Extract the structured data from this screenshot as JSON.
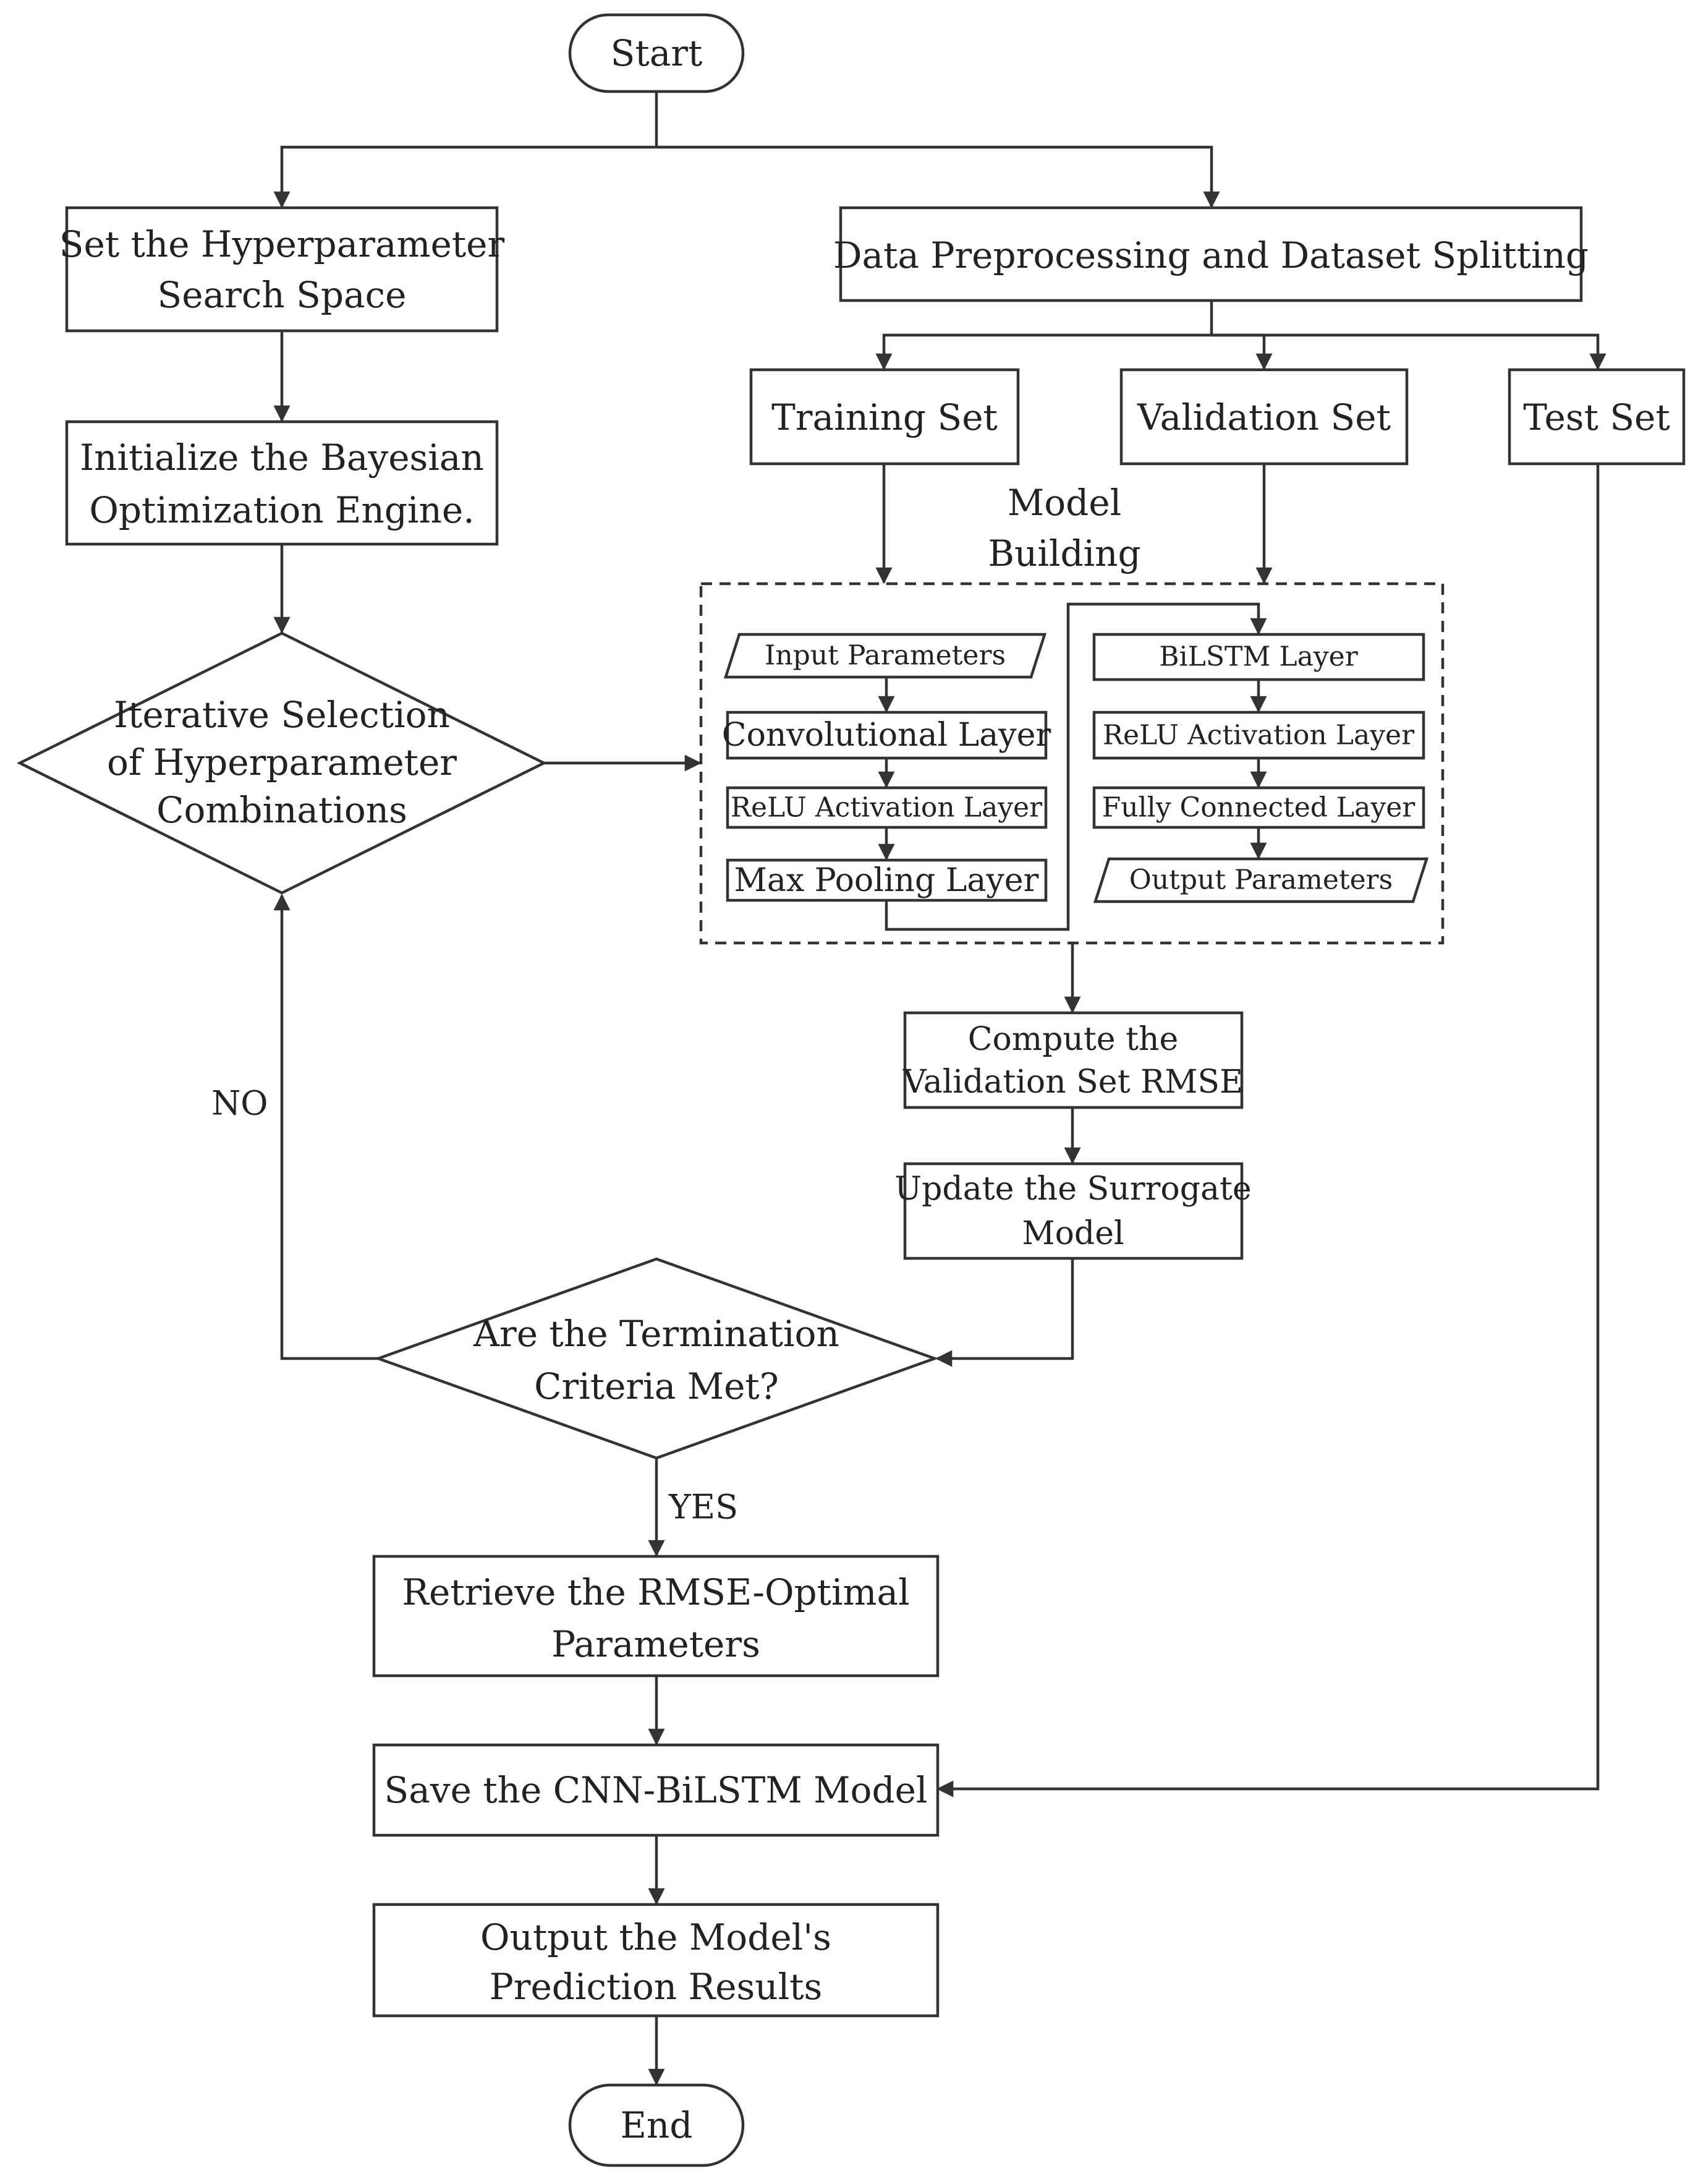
{
  "nodes": {
    "start": "Start",
    "end": "End",
    "search_space": [
      "Set the Hyperparameter",
      "Search Space"
    ],
    "init_bo": [
      "Initialize the Bayesian",
      "Optimization Engine."
    ],
    "iterative": [
      "Iterative Selection",
      "of Hyperparameter",
      "Combinations"
    ],
    "preprocess": "Data Preprocessing and Dataset Splitting",
    "training_set": "Training Set",
    "validation_set": "Validation Set",
    "test_set": "Test Set",
    "model_building": [
      "Model",
      "Building"
    ],
    "input_params": "Input Parameters",
    "conv_layer": "Convolutional Layer",
    "relu1": "ReLU Activation Layer",
    "maxpool": "Max Pooling Layer",
    "bilstm": "BiLSTM Layer",
    "relu2": "ReLU Activation Layer",
    "fc": "Fully Connected Layer",
    "output_params": "Output Parameters",
    "compute_rmse": [
      "Compute the",
      "Validation Set RMSE"
    ],
    "update_surrogate": [
      "Update the Surrogate",
      "Model"
    ],
    "termination": [
      "Are the Termination",
      "Criteria Met?"
    ],
    "retrieve": [
      "Retrieve the RMSE-Optimal",
      "Parameters"
    ],
    "save_model": "Save the CNN-BiLSTM Model",
    "output_results": [
      "Output the Model's",
      "Prediction Results"
    ]
  },
  "labels": {
    "no": "NO",
    "yes": "YES"
  },
  "colors": {
    "stroke": "#333333",
    "text": "#222222",
    "background": "#ffffff"
  }
}
